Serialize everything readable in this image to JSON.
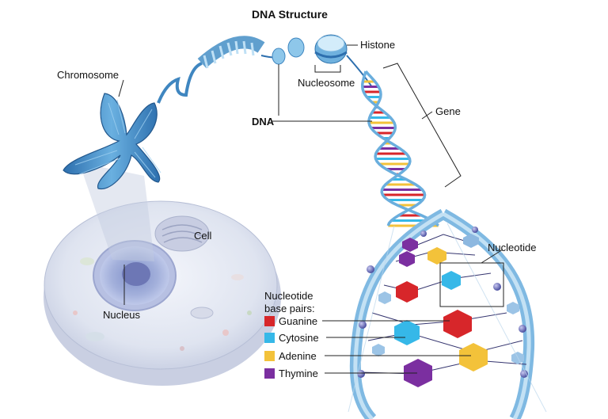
{
  "title": "DNA Structure",
  "labels": {
    "histone": "Histone",
    "chromosome": "Chromosome",
    "nucleosome": "Nucleosome",
    "dna": "DNA",
    "gene": "Gene",
    "cell": "Cell",
    "nucleotide": "Nucleotide",
    "nucleus": "Nucleus"
  },
  "legend": {
    "heading_line1": "Nucleotide",
    "heading_line2": "base pairs:",
    "items": [
      {
        "name": "Guanine",
        "color": "#d7262a"
      },
      {
        "name": "Cytosine",
        "color": "#36b8e8"
      },
      {
        "name": "Adenine",
        "color": "#f3c23a"
      },
      {
        "name": "Thymine",
        "color": "#7b2fa0"
      }
    ]
  },
  "colors": {
    "chromosome": "#3f86c0",
    "backbone": "#8fc3e6",
    "cell": "#dde2ef"
  }
}
